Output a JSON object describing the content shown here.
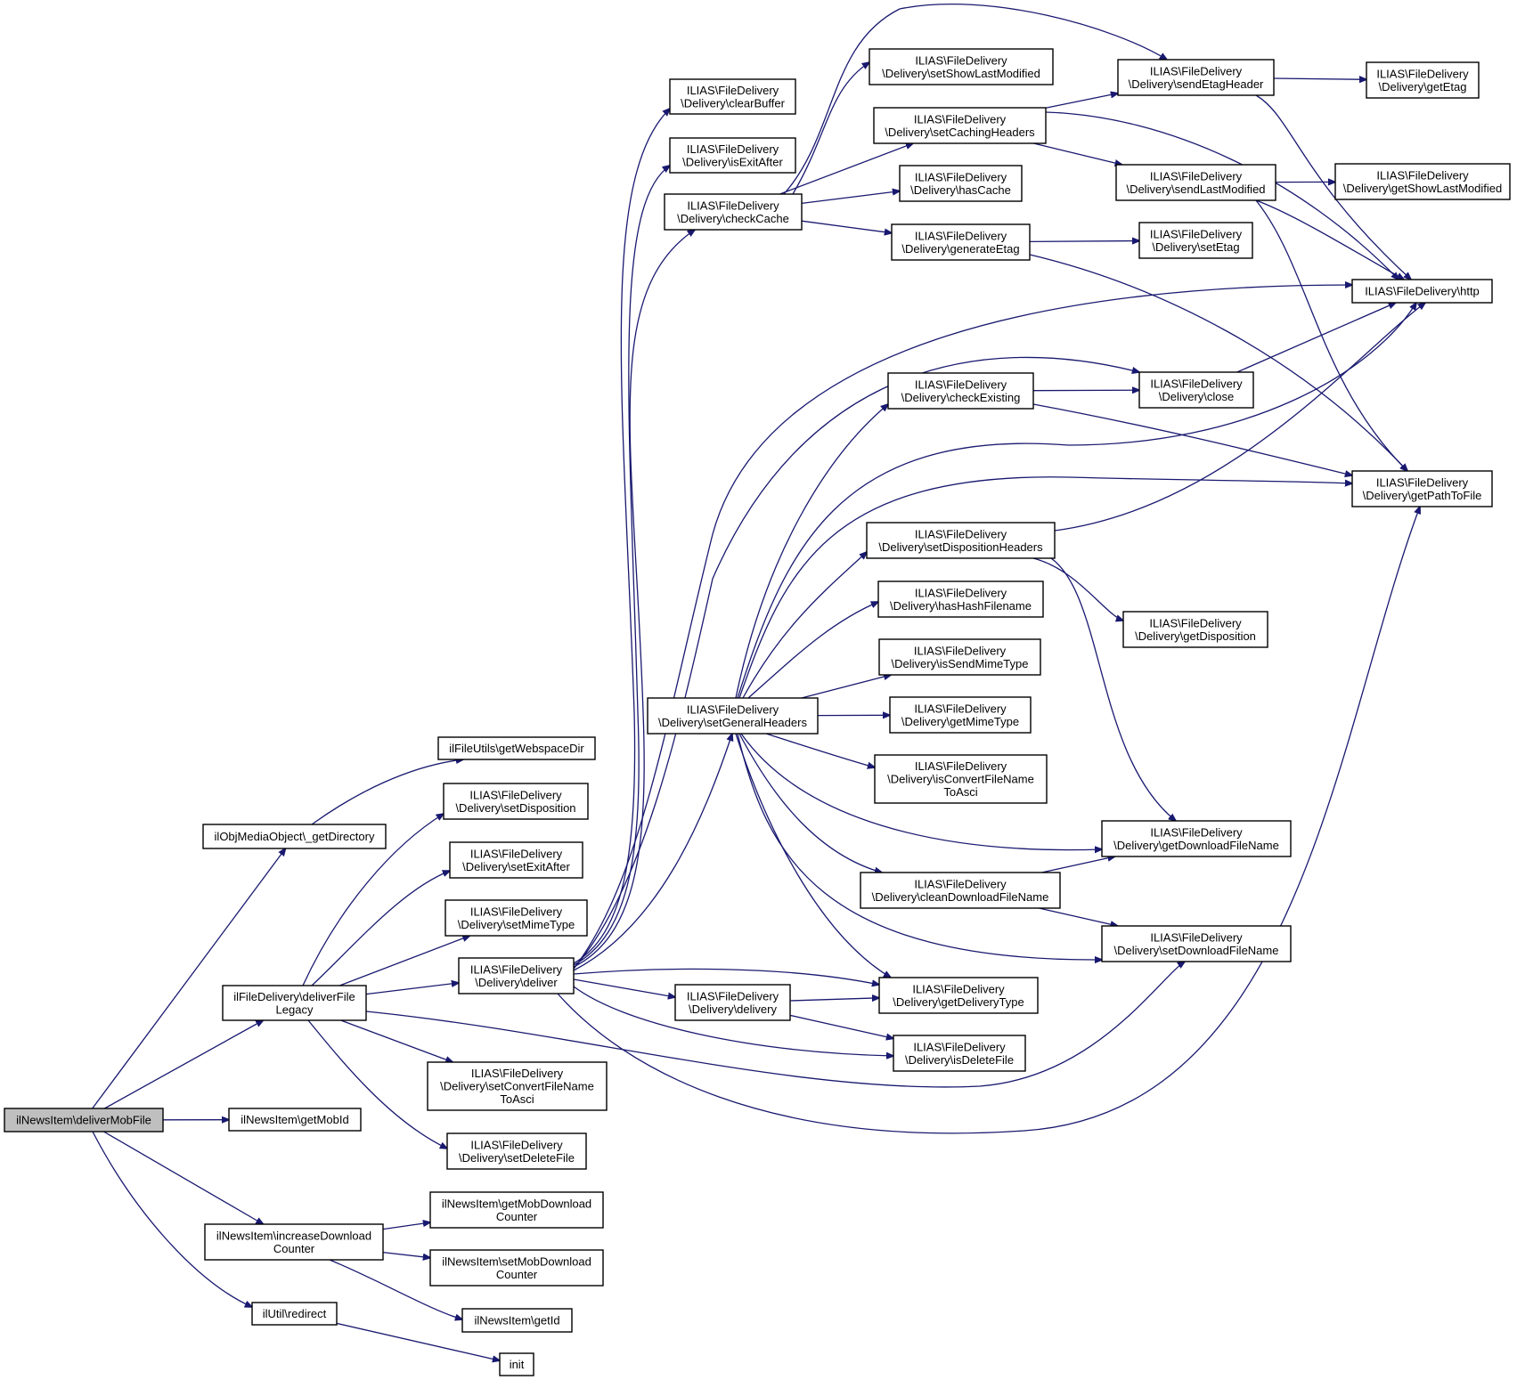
{
  "colors": {
    "edge": "#191970",
    "root_fill": "#bfbfbf",
    "node_fill": "#ffffff",
    "node_stroke": "#000000"
  },
  "nodes": {
    "deliverMobFile": [
      "ilNewsItem\\deliverMobFile"
    ],
    "getDirectory": [
      "ilObjMediaObject\\_getDirectory"
    ],
    "deliverFileLegacy": [
      "ilFileDelivery\\deliverFile",
      "Legacy"
    ],
    "getMobId": [
      "ilNewsItem\\getMobId"
    ],
    "increaseDownloadCounter": [
      "ilNewsItem\\increaseDownload",
      "Counter"
    ],
    "redirect": [
      "ilUtil\\redirect"
    ],
    "getWebspaceDir": [
      "ilFileUtils\\getWebspaceDir"
    ],
    "setDisposition": [
      "ILIAS\\FileDelivery",
      "\\Delivery\\setDisposition"
    ],
    "setExitAfter": [
      "ILIAS\\FileDelivery",
      "\\Delivery\\setExitAfter"
    ],
    "setMimeType": [
      "ILIAS\\FileDelivery",
      "\\Delivery\\setMimeType"
    ],
    "deliver": [
      "ILIAS\\FileDelivery",
      "\\Delivery\\deliver"
    ],
    "setConvertFileNameToAsci": [
      "ILIAS\\FileDelivery",
      "\\Delivery\\setConvertFileName",
      "ToAsci"
    ],
    "setDeleteFile": [
      "ILIAS\\FileDelivery",
      "\\Delivery\\setDeleteFile"
    ],
    "getMobDownloadCounter": [
      "ilNewsItem\\getMobDownload",
      "Counter"
    ],
    "setMobDownloadCounter": [
      "ilNewsItem\\setMobDownload",
      "Counter"
    ],
    "getId": [
      "ilNewsItem\\getId"
    ],
    "init": [
      "init"
    ],
    "clearBuffer": [
      "ILIAS\\FileDelivery",
      "\\Delivery\\clearBuffer"
    ],
    "isExitAfter": [
      "ILIAS\\FileDelivery",
      "\\Delivery\\isExitAfter"
    ],
    "checkCache": [
      "ILIAS\\FileDelivery",
      "\\Delivery\\checkCache"
    ],
    "setGeneralHeaders": [
      "ILIAS\\FileDelivery",
      "\\Delivery\\setGeneralHeaders"
    ],
    "delivery": [
      "ILIAS\\FileDelivery",
      "\\Delivery\\delivery"
    ],
    "setShowLastModified": [
      "ILIAS\\FileDelivery",
      "\\Delivery\\setShowLastModified"
    ],
    "setCachingHeaders": [
      "ILIAS\\FileDelivery",
      "\\Delivery\\setCachingHeaders"
    ],
    "hasCache": [
      "ILIAS\\FileDelivery",
      "\\Delivery\\hasCache"
    ],
    "generateEtag": [
      "ILIAS\\FileDelivery",
      "\\Delivery\\generateEtag"
    ],
    "checkExisting": [
      "ILIAS\\FileDelivery",
      "\\Delivery\\checkExisting"
    ],
    "setDispositionHeaders": [
      "ILIAS\\FileDelivery",
      "\\Delivery\\setDispositionHeaders"
    ],
    "hasHashFilename": [
      "ILIAS\\FileDelivery",
      "\\Delivery\\hasHashFilename"
    ],
    "isSendMimeType": [
      "ILIAS\\FileDelivery",
      "\\Delivery\\isSendMimeType"
    ],
    "getMimeType": [
      "ILIAS\\FileDelivery",
      "\\Delivery\\getMimeType"
    ],
    "isConvertFileNameToAsci": [
      "ILIAS\\FileDelivery",
      "\\Delivery\\isConvertFileName",
      "ToAsci"
    ],
    "cleanDownloadFileName": [
      "ILIAS\\FileDelivery",
      "\\Delivery\\cleanDownloadFileName"
    ],
    "getDeliveryType": [
      "ILIAS\\FileDelivery",
      "\\Delivery\\getDeliveryType"
    ],
    "isDeleteFile": [
      "ILIAS\\FileDelivery",
      "\\Delivery\\isDeleteFile"
    ],
    "sendEtagHeader": [
      "ILIAS\\FileDelivery",
      "\\Delivery\\sendEtagHeader"
    ],
    "sendLastModified": [
      "ILIAS\\FileDelivery",
      "\\Delivery\\sendLastModified"
    ],
    "setEtag": [
      "ILIAS\\FileDelivery",
      "\\Delivery\\setEtag"
    ],
    "http": [
      "ILIAS\\FileDelivery\\http"
    ],
    "close": [
      "ILIAS\\FileDelivery",
      "\\Delivery\\close"
    ],
    "getPathToFile": [
      "ILIAS\\FileDelivery",
      "\\Delivery\\getPathToFile"
    ],
    "getDisposition": [
      "ILIAS\\FileDelivery",
      "\\Delivery\\getDisposition"
    ],
    "getDownloadFileName": [
      "ILIAS\\FileDelivery",
      "\\Delivery\\getDownloadFileName"
    ],
    "setDownloadFileName": [
      "ILIAS\\FileDelivery",
      "\\Delivery\\setDownloadFileName"
    ],
    "getEtag": [
      "ILIAS\\FileDelivery",
      "\\Delivery\\getEtag"
    ],
    "getShowLastModified": [
      "ILIAS\\FileDelivery",
      "\\Delivery\\getShowLastModified"
    ]
  },
  "edges": [
    [
      "deliverMobFile",
      "getDirectory"
    ],
    [
      "deliverMobFile",
      "deliverFileLegacy"
    ],
    [
      "deliverMobFile",
      "getMobId"
    ],
    [
      "deliverMobFile",
      "increaseDownloadCounter"
    ],
    [
      "deliverMobFile",
      "redirect"
    ],
    [
      "getDirectory",
      "getWebspaceDir"
    ],
    [
      "deliverFileLegacy",
      "setDisposition"
    ],
    [
      "deliverFileLegacy",
      "setExitAfter"
    ],
    [
      "deliverFileLegacy",
      "setMimeType"
    ],
    [
      "deliverFileLegacy",
      "deliver"
    ],
    [
      "deliverFileLegacy",
      "setConvertFileNameToAsci"
    ],
    [
      "deliverFileLegacy",
      "setDeleteFile"
    ],
    [
      "deliverFileLegacy",
      "setDownloadFileName"
    ],
    [
      "increaseDownloadCounter",
      "getMobDownloadCounter"
    ],
    [
      "increaseDownloadCounter",
      "setMobDownloadCounter"
    ],
    [
      "increaseDownloadCounter",
      "getId"
    ],
    [
      "redirect",
      "init"
    ],
    [
      "deliver",
      "clearBuffer"
    ],
    [
      "deliver",
      "isExitAfter"
    ],
    [
      "deliver",
      "checkCache"
    ],
    [
      "deliver",
      "setGeneralHeaders"
    ],
    [
      "deliver",
      "close"
    ],
    [
      "deliver",
      "http"
    ],
    [
      "deliver",
      "getDeliveryType"
    ],
    [
      "deliver",
      "delivery"
    ],
    [
      "deliver",
      "isDeleteFile"
    ],
    [
      "deliver",
      "getPathToFile"
    ],
    [
      "checkCache",
      "setShowLastModified"
    ],
    [
      "checkCache",
      "setCachingHeaders"
    ],
    [
      "checkCache",
      "hasCache"
    ],
    [
      "checkCache",
      "generateEtag"
    ],
    [
      "checkCache",
      "sendEtagHeader"
    ],
    [
      "setCachingHeaders",
      "sendEtagHeader"
    ],
    [
      "setCachingHeaders",
      "sendLastModified"
    ],
    [
      "setCachingHeaders",
      "http"
    ],
    [
      "generateEtag",
      "setEtag"
    ],
    [
      "generateEtag",
      "getPathToFile"
    ],
    [
      "sendEtagHeader",
      "getEtag"
    ],
    [
      "sendEtagHeader",
      "http"
    ],
    [
      "sendLastModified",
      "getShowLastModified"
    ],
    [
      "sendLastModified",
      "http"
    ],
    [
      "sendLastModified",
      "getPathToFile"
    ],
    [
      "close",
      "http"
    ],
    [
      "checkExisting",
      "close"
    ],
    [
      "checkExisting",
      "getPathToFile"
    ],
    [
      "setDispositionHeaders",
      "http"
    ],
    [
      "setDispositionHeaders",
      "getDisposition"
    ],
    [
      "setDispositionHeaders",
      "getDownloadFileName"
    ],
    [
      "setGeneralHeaders",
      "checkExisting"
    ],
    [
      "setGeneralHeaders",
      "http"
    ],
    [
      "setGeneralHeaders",
      "getPathToFile"
    ],
    [
      "setGeneralHeaders",
      "setDispositionHeaders"
    ],
    [
      "setGeneralHeaders",
      "hasHashFilename"
    ],
    [
      "setGeneralHeaders",
      "isSendMimeType"
    ],
    [
      "setGeneralHeaders",
      "getMimeType"
    ],
    [
      "setGeneralHeaders",
      "isConvertFileNameToAsci"
    ],
    [
      "setGeneralHeaders",
      "getDownloadFileName"
    ],
    [
      "setGeneralHeaders",
      "cleanDownloadFileName"
    ],
    [
      "setGeneralHeaders",
      "setDownloadFileName"
    ],
    [
      "setGeneralHeaders",
      "getDeliveryType"
    ],
    [
      "cleanDownloadFileName",
      "getDownloadFileName"
    ],
    [
      "cleanDownloadFileName",
      "setDownloadFileName"
    ],
    [
      "delivery",
      "getDeliveryType"
    ],
    [
      "delivery",
      "isDeleteFile"
    ]
  ]
}
